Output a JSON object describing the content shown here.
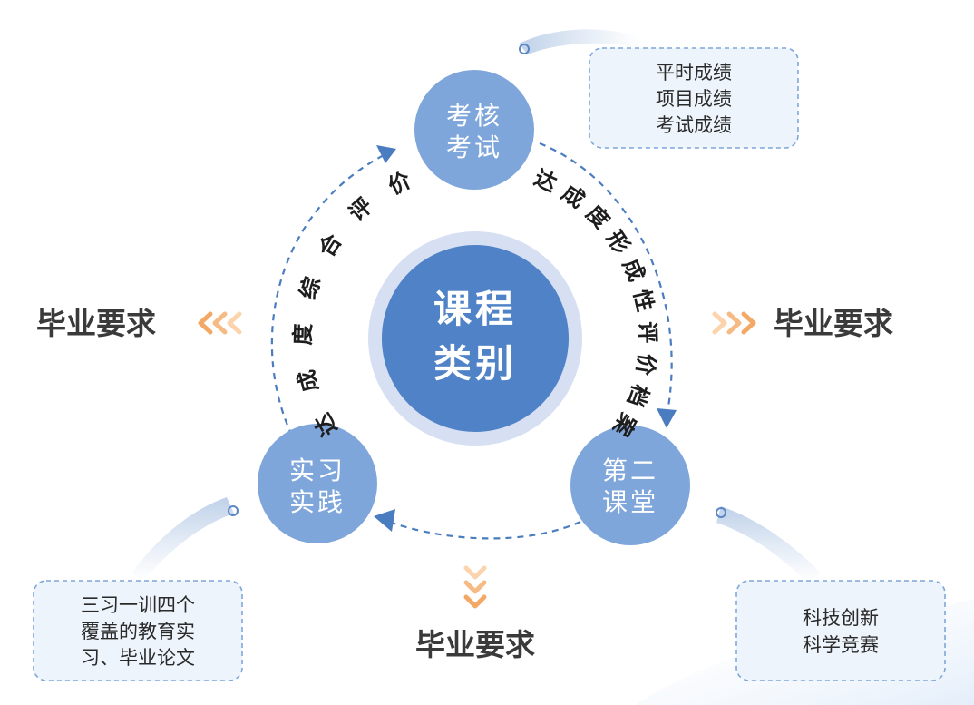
{
  "center": {
    "line1": "课程",
    "line2": "类别"
  },
  "nodes": {
    "exam": {
      "line1": "考核",
      "line2": "考试"
    },
    "second": {
      "line1": "第二",
      "line2": "课堂"
    },
    "practice": {
      "line1": "实习",
      "line2": "实践"
    }
  },
  "arcs": {
    "left": "达成度综合评价",
    "right": "达成度形成性评价档案"
  },
  "requirements": {
    "left": "毕业要求",
    "right": "毕业要求",
    "bottom": "毕业要求"
  },
  "boxes": {
    "exam": [
      "平时成绩",
      "项目成绩",
      "考试成绩"
    ],
    "practice": [
      "三习一训四个",
      "覆盖的教育实",
      "习、毕业论文"
    ],
    "second": [
      "科技创新",
      "科学竞赛"
    ]
  },
  "colors": {
    "node": "#7ea6da",
    "center_outer": "#d7dff3",
    "center_inner": "#4f82c6",
    "dash": "#4a7cc0",
    "box_border": "#7ea6da",
    "box_fill": "#eef4fb",
    "chevron": "#f3a965",
    "chevron_light": "#fbd3ad"
  }
}
